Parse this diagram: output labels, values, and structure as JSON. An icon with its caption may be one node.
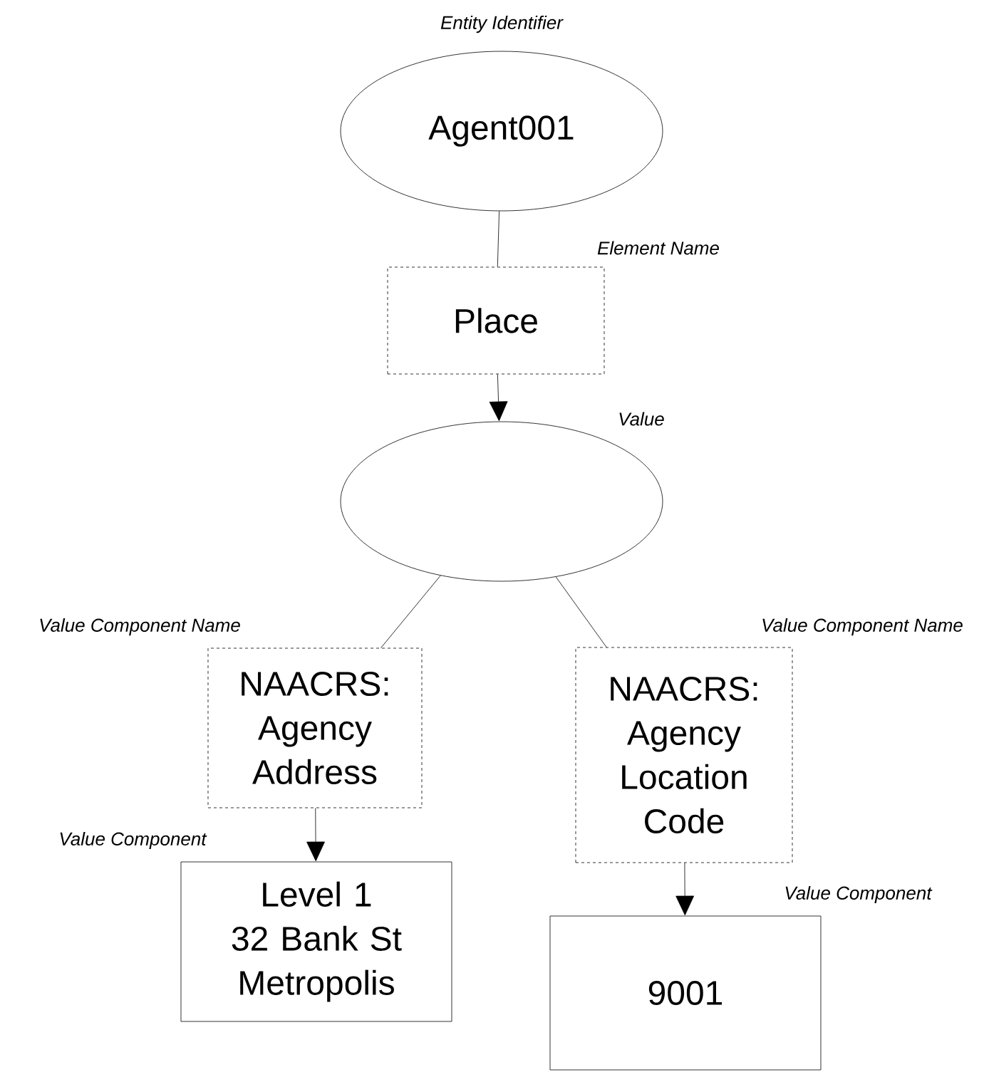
{
  "diagram": {
    "nodes": [
      {
        "text": [
          "Agent001"
        ],
        "beside": [
          "Entity Identifier"
        ]
      },
      {
        "text": [
          "Place"
        ],
        "beside": [
          "Element Name"
        ]
      },
      {
        "text": [],
        "shape": "ellipse",
        "beside": [
          "Value"
        ]
      },
      {
        "text": [
          "NAACRS: Agency Address"
        ],
        "beside": [
          "Value Component Name"
        ]
      },
      {
        "text": [
          "NAACRS: Agency Location Code"
        ],
        "beside": [
          "Value Component Name"
        ]
      },
      {
        "text": [
          "Level 1",
          "32 Bank St",
          "Metropolis"
        ],
        "beside": [
          "Value Component"
        ]
      },
      {
        "text": [
          "9001"
        ],
        "beside": [
          "Value Component"
        ]
      }
    ],
    "edges": [
      {
        "from": 0,
        "to": 1,
        "arrow": "none"
      },
      {
        "from": 1,
        "to": 2,
        "arrow": "to"
      },
      {
        "from": 2,
        "to": 3,
        "arrow": "none"
      },
      {
        "from": 2,
        "to": 4,
        "arrow": "none"
      },
      {
        "from": 3,
        "to": 5,
        "arrow": "to"
      },
      {
        "from": 4,
        "to": 6,
        "arrow": "to"
      }
    ]
  }
}
